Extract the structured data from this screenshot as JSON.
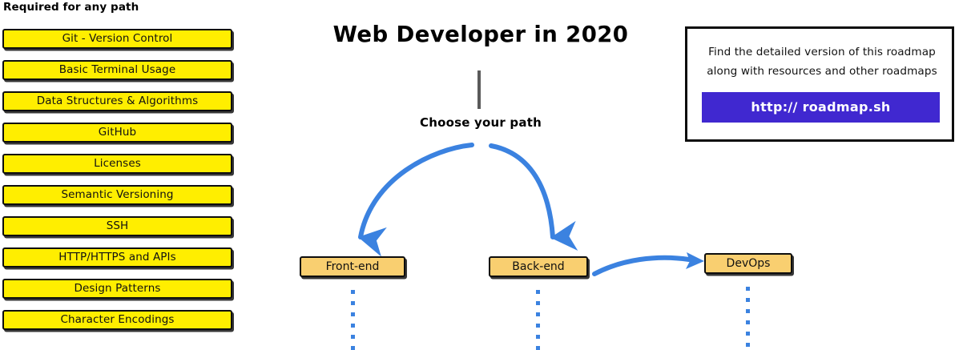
{
  "required_section": {
    "heading": "Required for any path",
    "item_color": "#ffee00",
    "items": [
      {
        "label": "Git - Version Control"
      },
      {
        "label": "Basic Terminal Usage"
      },
      {
        "label": "Data Structures & Algorithms"
      },
      {
        "label": "GitHub"
      },
      {
        "label": "Licenses"
      },
      {
        "label": "Semantic Versioning"
      },
      {
        "label": "SSH"
      },
      {
        "label": "HTTP/HTTPS and APIs"
      },
      {
        "label": "Design Patterns"
      },
      {
        "label": "Character Encodings"
      }
    ]
  },
  "center": {
    "title": "Web Developer in 2020",
    "choose_path_label": "Choose your path",
    "stem_color": "#5a5a5a",
    "arrow_color": "#3b82e0",
    "node_color": "#f9cf70",
    "nodes": [
      {
        "label": "Front-end"
      },
      {
        "label": "Back-end"
      },
      {
        "label": "DevOps"
      }
    ]
  },
  "roadmap_card": {
    "line_1": "Find the detailed version of this roadmap",
    "line_2": "along with resources and other roadmaps",
    "button_label": "http:// roadmap.sh",
    "button_color": "#4028d0"
  }
}
